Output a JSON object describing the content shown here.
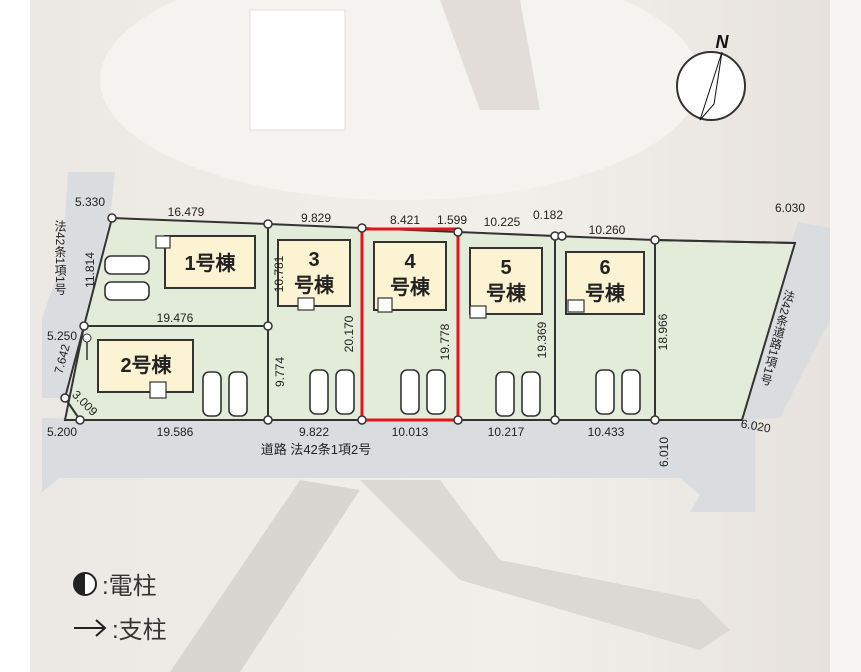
{
  "north": {
    "label": "N"
  },
  "lots": [
    {
      "id": "1",
      "label": "1号棟"
    },
    {
      "id": "2",
      "label": "2号棟"
    },
    {
      "id": "3",
      "line1": "3",
      "line2": "号棟"
    },
    {
      "id": "4",
      "line1": "4",
      "line2": "号棟"
    },
    {
      "id": "5",
      "line1": "5",
      "line2": "号棟"
    },
    {
      "id": "6",
      "line1": "6",
      "line2": "号棟"
    }
  ],
  "roads": {
    "south": "道路 法42条1項2号",
    "west": "法42条1項1号",
    "east": "法42条道路1項1号"
  },
  "dims": {
    "d5330": "5.330",
    "d16479": "16.479",
    "d9829": "9.829",
    "d8421": "8.421",
    "d1599": "1.599",
    "d10225": "10.225",
    "d0182": "0.182",
    "d10260": "10.260",
    "d6030": "6.030",
    "d11814": "11.814",
    "d10781": "10.781",
    "d19476": "19.476",
    "d5250": "5.250",
    "d7642": "7.642",
    "d3009": "3.009",
    "d5200": "5.200",
    "d19586": "19.586",
    "d9774": "9.774",
    "d20170": "20.170",
    "d19778": "19.778",
    "d19369": "19.369",
    "d18966": "18.966",
    "d9822": "9.822",
    "d10013": "10.013",
    "d10217": "10.217",
    "d10433": "10.433",
    "d6010": "6.010",
    "d6020": "6.020"
  },
  "legend": {
    "pole": ":電柱",
    "stay": ":支柱"
  }
}
